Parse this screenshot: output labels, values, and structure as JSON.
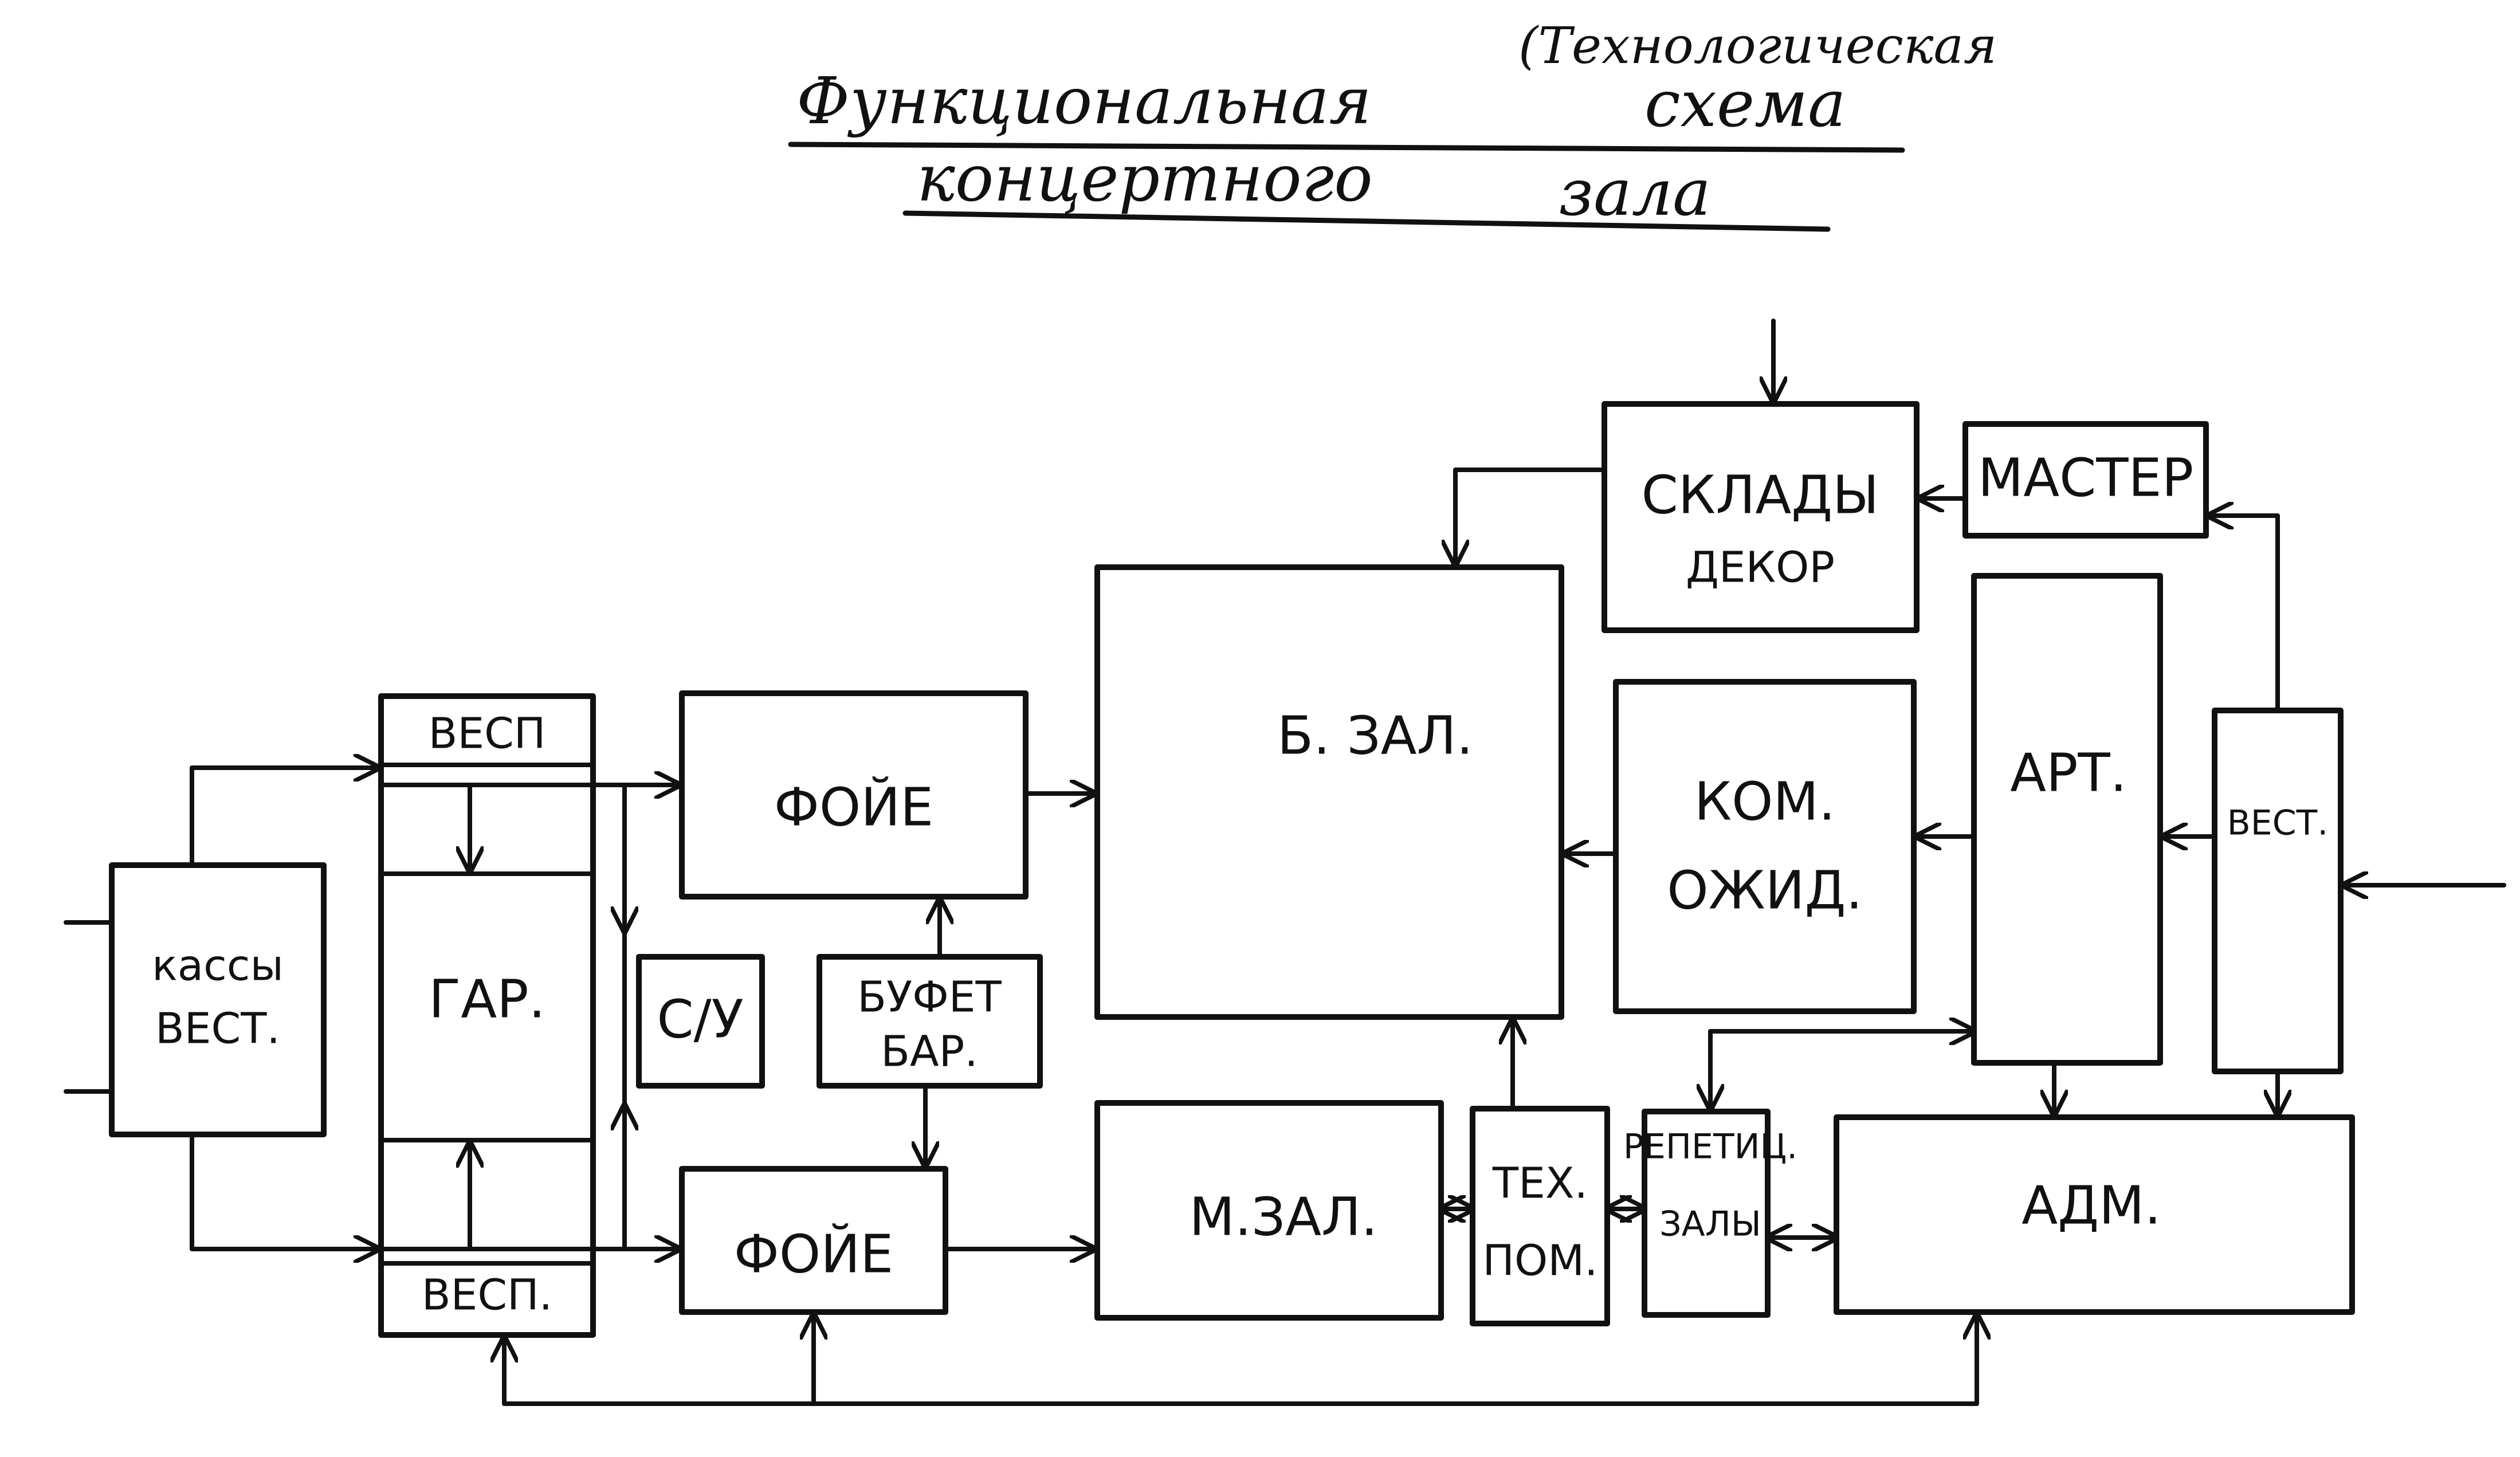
{
  "title": {
    "line1": "Функциональная",
    "line1_alt": "(Технологическая",
    "line1_tail": "схема",
    "line2": "концертного",
    "line2_tail": "зала"
  },
  "blocks": {
    "kassy": [
      "кассы",
      "ВЕСТ."
    ],
    "gar": "ГАР.",
    "vest_top": "ВЕСП",
    "vest_bottom": "ВЕСП.",
    "foye_top": "ФОЙЕ",
    "foye_bottom": "ФОЙЕ",
    "su": "С/У",
    "bufet": [
      "БУФЕТ",
      "БАР."
    ],
    "b_zal": "Б. ЗАЛ.",
    "m_zal": "М.ЗАЛ.",
    "tekh": [
      "ТЕХ.",
      "ПОМ."
    ],
    "repetits": [
      "РЕПЕТИЦ.",
      "ЗАЛЫ"
    ],
    "sklady": [
      "СКЛАДЫ",
      "ДЕКОР"
    ],
    "master": "МАСТЕР",
    "kom": [
      "КОМ.",
      "ОЖИД."
    ],
    "art": "АРТ.",
    "vest_right": "ВЕСТ.",
    "adm": "АДМ."
  }
}
